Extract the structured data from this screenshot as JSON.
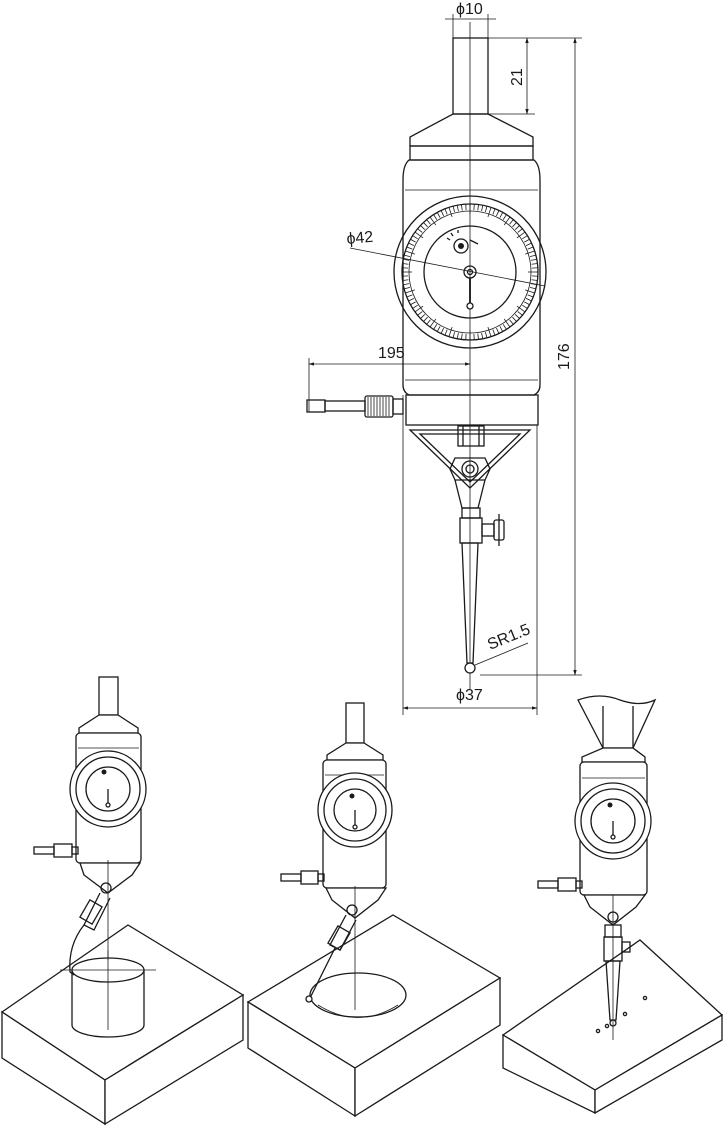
{
  "dimensions": {
    "shank_diameter": "ϕ10",
    "shank_length": "21",
    "dial_diameter": "ϕ42",
    "offset_length": "195",
    "overall_height": "176",
    "tip_radius": "SR1.5",
    "body_diameter": "ϕ37"
  },
  "colors": {
    "line": "#1a1a1a",
    "background": "#ffffff"
  }
}
